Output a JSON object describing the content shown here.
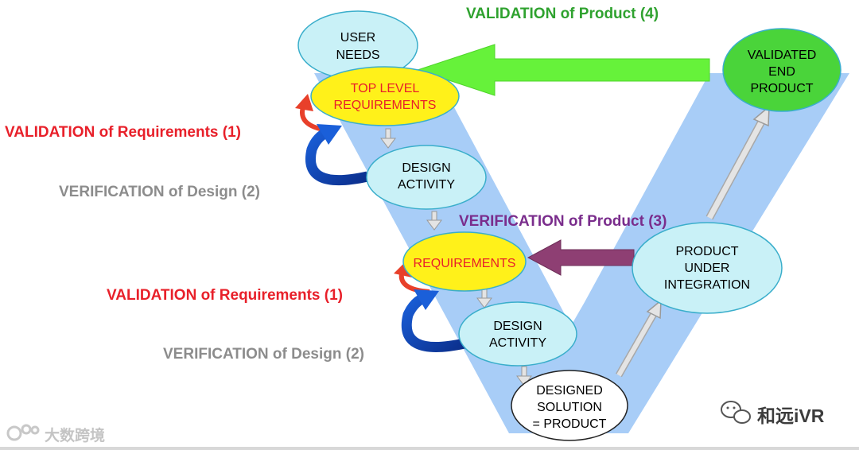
{
  "diagram": {
    "nodes": {
      "user_needs": [
        "USER",
        "NEEDS"
      ],
      "top_level_requirements": [
        "TOP LEVEL",
        "REQUIREMENTS"
      ],
      "design_activity_1": [
        "DESIGN",
        "ACTIVITY"
      ],
      "requirements": [
        "REQUIREMENTS"
      ],
      "design_activity_2": [
        "DESIGN",
        "ACTIVITY"
      ],
      "designed_solution": [
        "DESIGNED",
        "SOLUTION",
        "= PRODUCT"
      ],
      "product_under_integration": [
        "PRODUCT",
        "UNDER",
        "INTEGRATION"
      ],
      "validated_end_product": [
        "VALIDATED",
        "END",
        "PRODUCT"
      ]
    },
    "labels": {
      "validation_product": "VALIDATION of Product (4)",
      "validation_requirements_1": "VALIDATION of Requirements (1)",
      "verification_design_1": "VERIFICATION of Design  (2)",
      "verification_product": "VERIFICATION of Product (3)",
      "validation_requirements_2": "VALIDATION of Requirements (1)",
      "verification_design_2": "VERIFICATION of Design  (2)"
    },
    "colors": {
      "v_shape": "#a8cdf7",
      "ellipse_blue": "#c9f1f7",
      "ellipse_yellow": "#fff11a",
      "ellipse_green": "#4ad43a",
      "ellipse_white": "#ffffff",
      "arrow_green": "#66f23a",
      "arrow_purple": "#8e3f73",
      "arrow_blue_dark": "#0d3aa6",
      "arrow_red": "#e8402a",
      "arrow_gray": "#d6d6d6",
      "text_red": "#e8202a",
      "text_gray": "#8c8c8c",
      "text_green": "#2fa22f",
      "text_purple": "#7a2d8c"
    }
  },
  "watermarks": {
    "left": "大数跨境",
    "right": "和远iVR"
  }
}
